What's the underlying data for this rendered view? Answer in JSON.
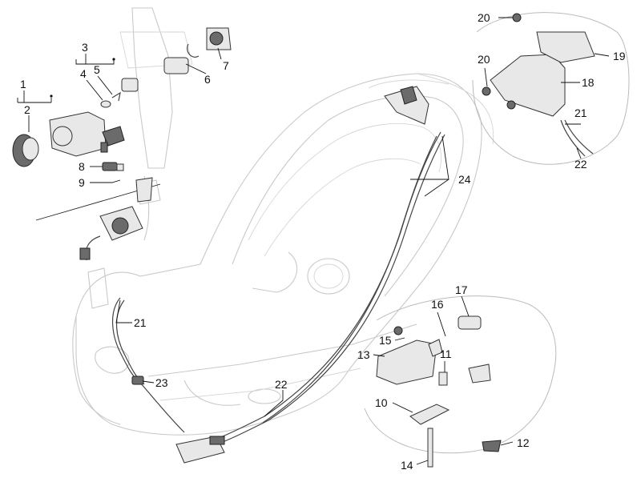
{
  "labels": {
    "l1": "1",
    "l2": "2",
    "l3": "3",
    "l4": "4",
    "l5": "5",
    "l6": "6",
    "l7": "7",
    "l8": "8",
    "l9": "9",
    "l10": "10",
    "l11": "11",
    "l12": "12",
    "l13": "13",
    "l14": "14",
    "l15": "15",
    "l16": "16",
    "l17": "17",
    "l18": "18",
    "l19": "19",
    "l20a": "20",
    "l20b": "20",
    "l21a": "21",
    "l21b": "21",
    "l22a": "22",
    "l22b": "22",
    "l23": "23",
    "l24": "24"
  }
}
